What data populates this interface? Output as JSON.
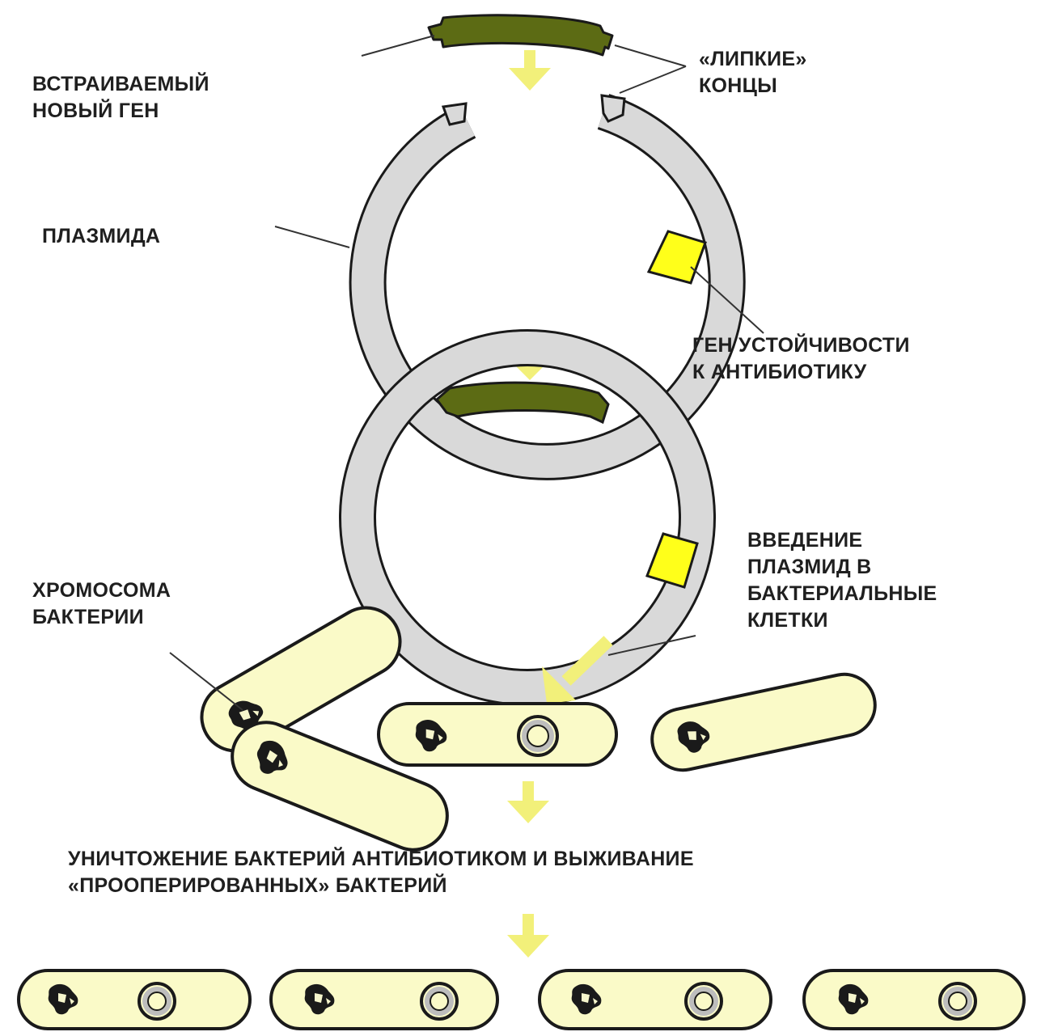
{
  "labels": {
    "new_gene": [
      "ВСТРАИВАЕМЫЙ",
      "НОВЫЙ ГЕН"
    ],
    "sticky_ends": [
      "«ЛИПКИЕ»",
      "КОНЦЫ"
    ],
    "plasmid": "ПЛАЗМИДА",
    "resistance_gene": [
      "ГЕН УСТОЙЧИВОСТИ",
      "К АНТИБИОТИКУ"
    ],
    "introduction": [
      "ВВЕДЕНИЕ",
      "ПЛАЗМИД В",
      "БАКТЕРИАЛЬНЫЕ",
      "КЛЕТКИ"
    ],
    "bacterial_chromosome": [
      "ХРОМОСОМА",
      "БАКТЕРИИ"
    ],
    "selection": [
      "УНИЧТОЖЕНИЕ БАКТЕРИЙ АНТИБИОТИКОМ И ВЫЖИВАНИЕ",
      "«ПРООПЕРИРОВАННЫХ» БАКТЕРИЙ"
    ]
  },
  "colors": {
    "new_gene": "#5c6b14",
    "plasmid_ring": "#d9d9d9",
    "resistance_gene": "#ffff1a",
    "arrow": "#f2f07a",
    "bacterium_fill": "#fafac8",
    "outline": "#1a1a1a"
  }
}
